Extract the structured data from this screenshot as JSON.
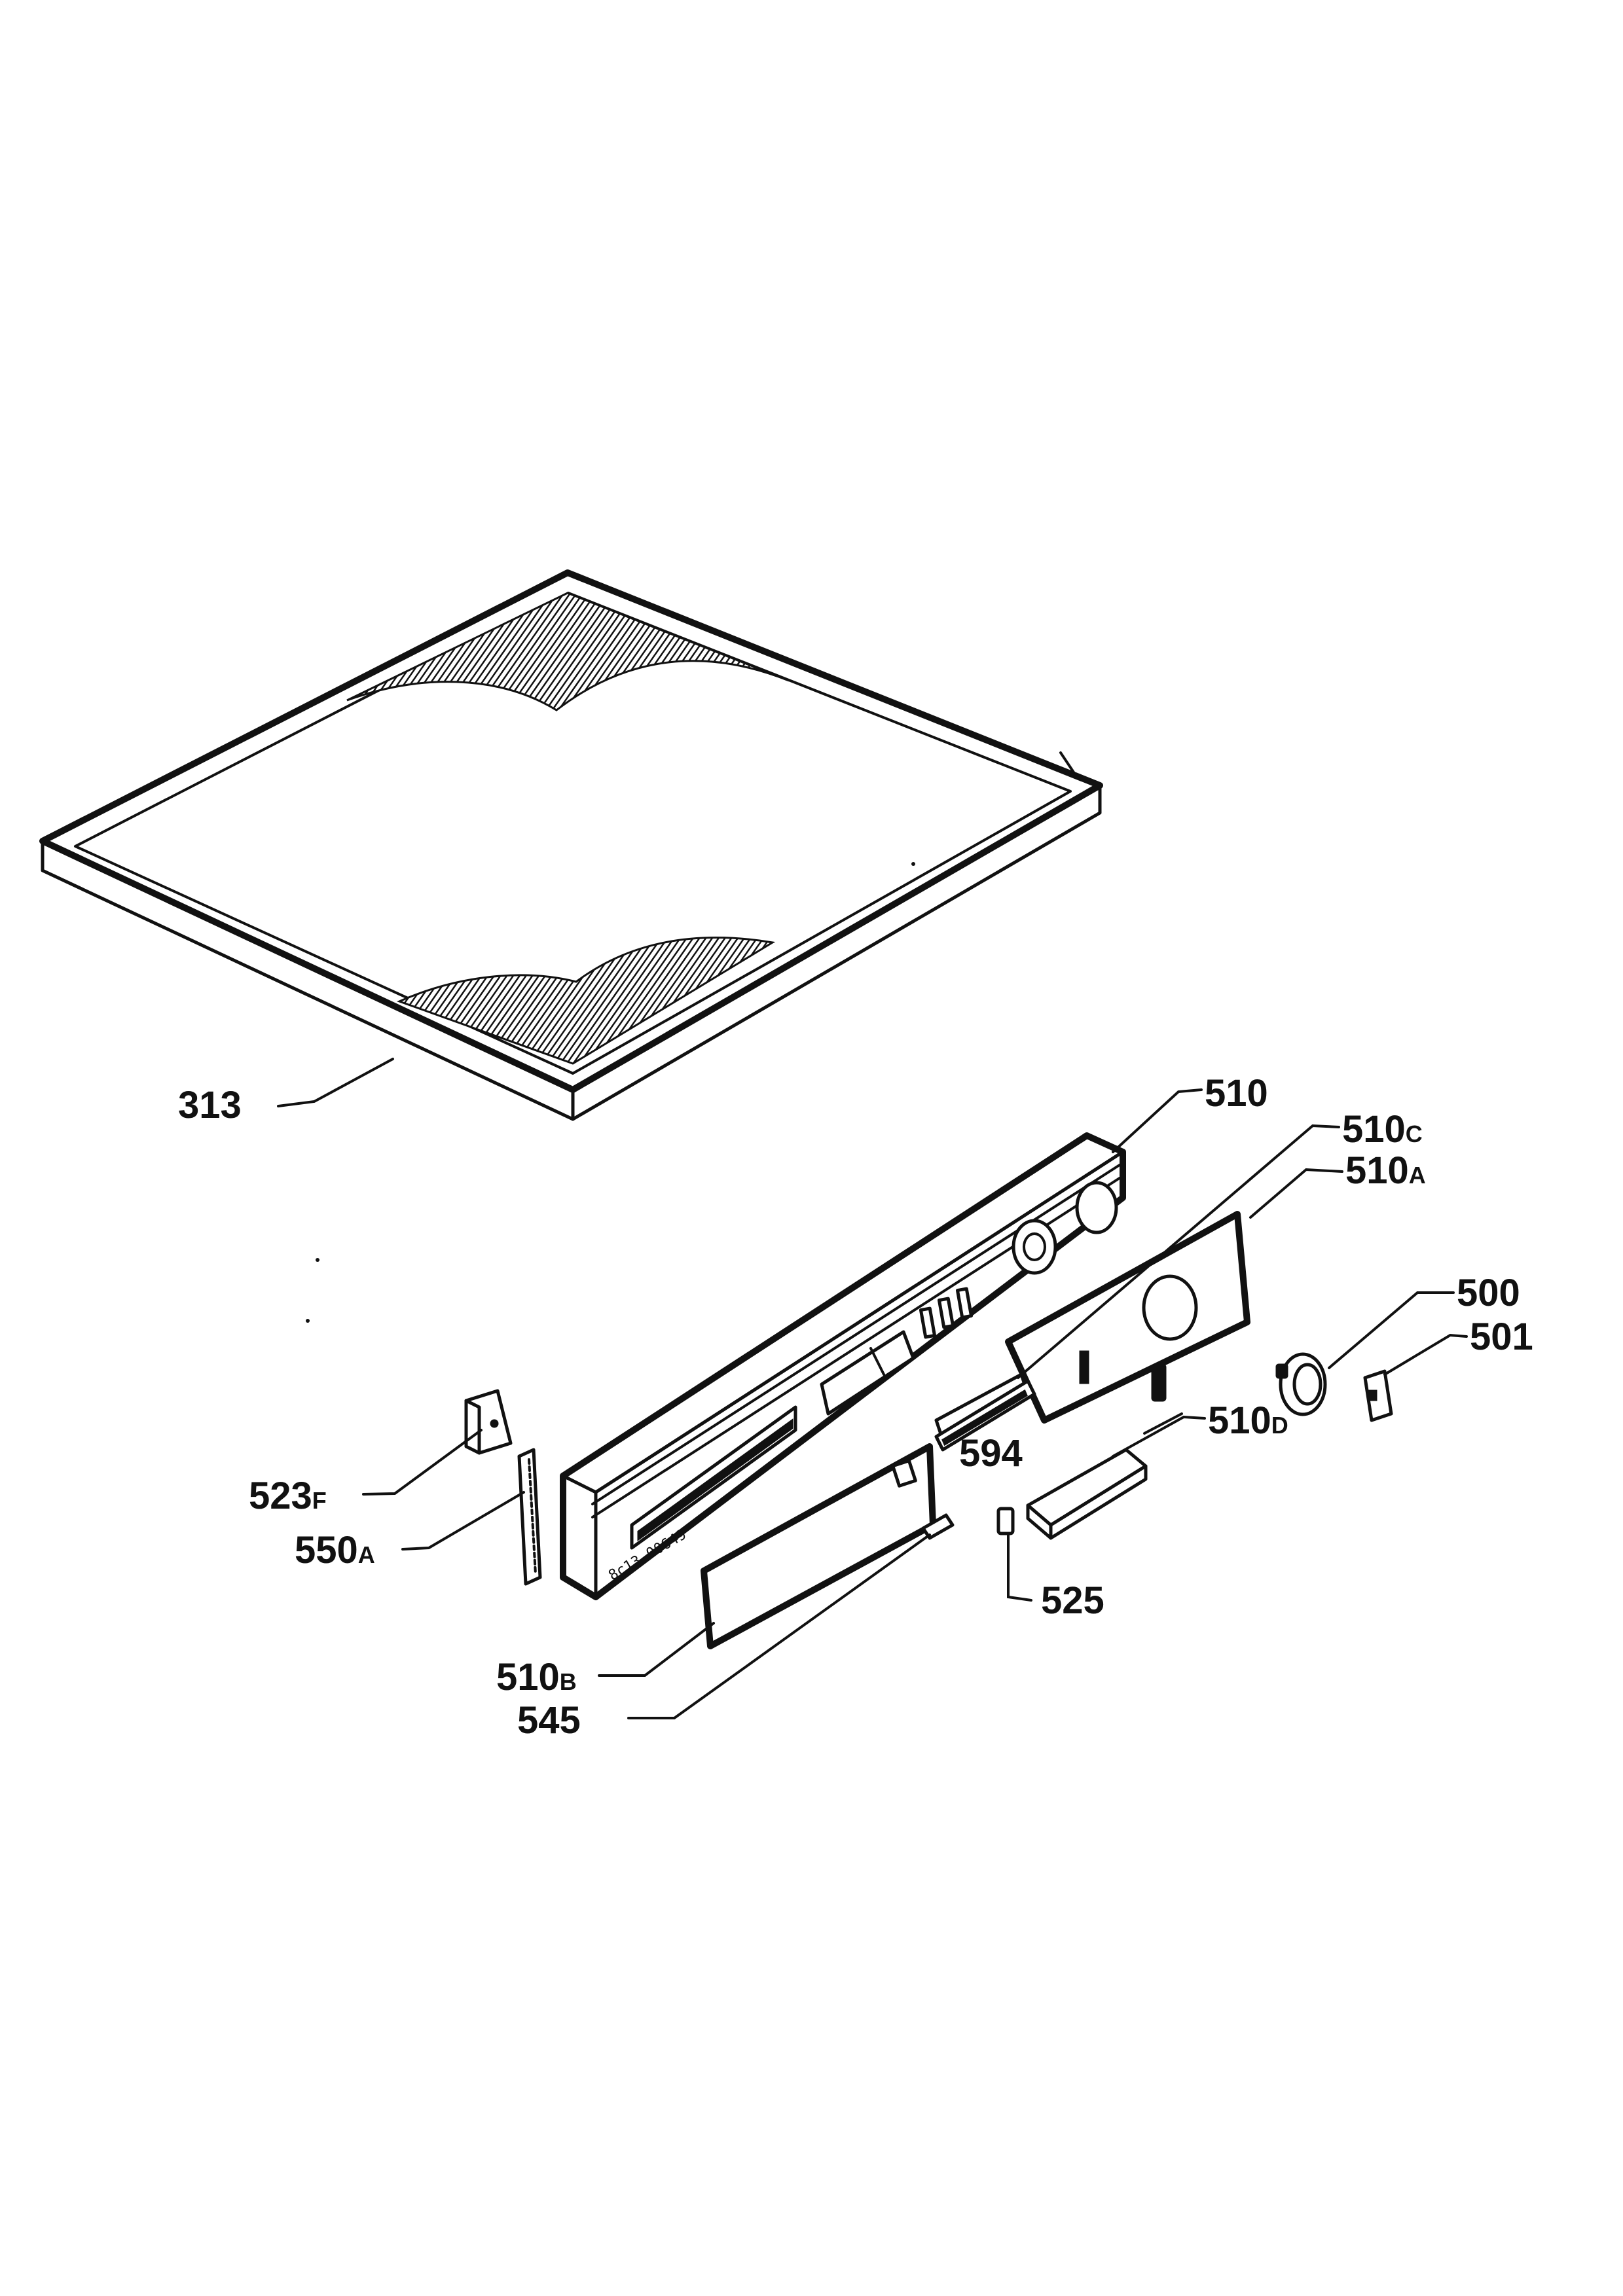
{
  "diagram": {
    "callouts": [
      {
        "id": "313",
        "label": "313",
        "sub": ""
      },
      {
        "id": "510",
        "label": "510",
        "sub": ""
      },
      {
        "id": "510c",
        "label": "510",
        "sub": "C"
      },
      {
        "id": "510a",
        "label": "510",
        "sub": "A"
      },
      {
        "id": "500",
        "label": "500",
        "sub": ""
      },
      {
        "id": "501",
        "label": "501",
        "sub": ""
      },
      {
        "id": "594",
        "label": "594",
        "sub": ""
      },
      {
        "id": "510d",
        "label": "510",
        "sub": "D"
      },
      {
        "id": "523f",
        "label": "523",
        "sub": "F"
      },
      {
        "id": "550a",
        "label": "550",
        "sub": "A"
      },
      {
        "id": "525",
        "label": "525",
        "sub": ""
      },
      {
        "id": "510b",
        "label": "510",
        "sub": "B"
      },
      {
        "id": "545",
        "label": "545",
        "sub": ""
      }
    ],
    "panel_stamp": "8c13-00649"
  }
}
